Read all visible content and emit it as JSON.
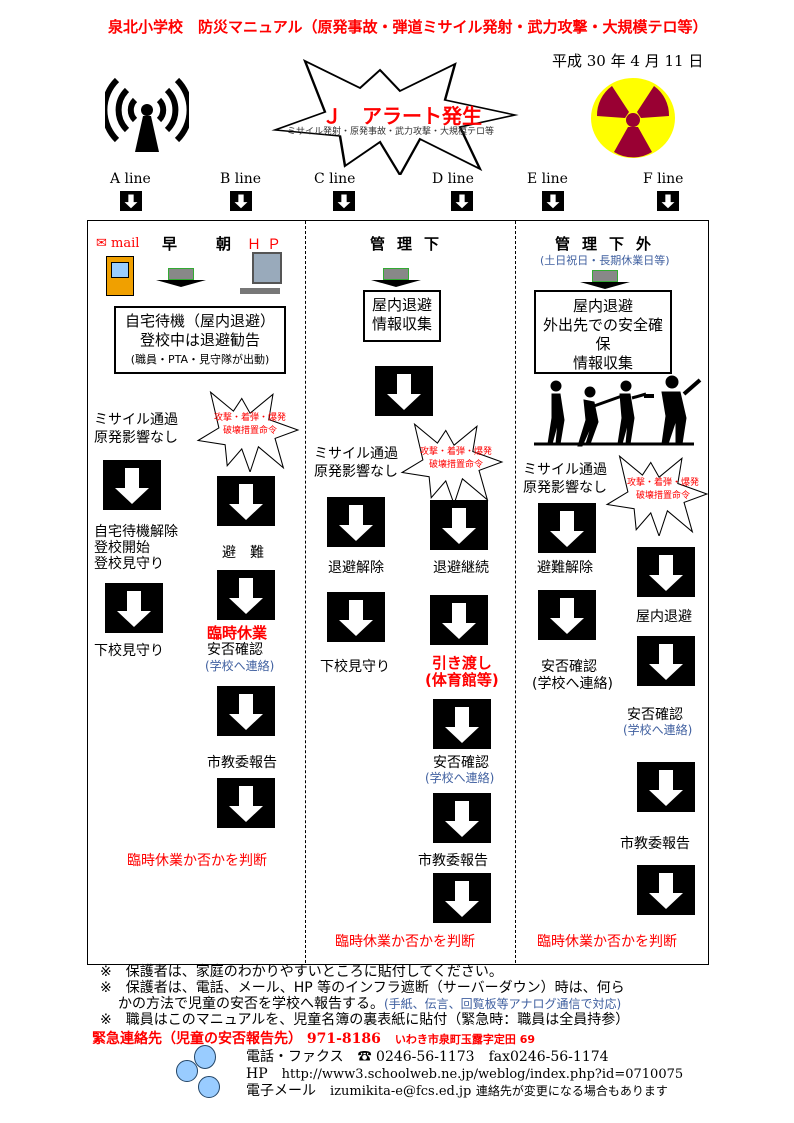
{
  "title": "泉北小学校　防災マニュアル（原発事故・弾道ミサイル発射・武力攻撃・大規模テロ等）",
  "date": "平成 30 年 4 月 11 日",
  "alert": {
    "title": "Ｊ　アラート発生",
    "subtitle": "ミサイル発射・原発事故・武力攻撃・大規模テロ等"
  },
  "lines": [
    "A line",
    "B line",
    "C line",
    "D line",
    "E line",
    "F line"
  ],
  "col1": {
    "mail": "mail",
    "heading": "早　朝",
    "hp": "ＨＰ",
    "box": [
      "自宅待機（屋内退避）",
      "登校中は退避勧告",
      "(職員・PTA・見守隊が出動)"
    ],
    "left": {
      "cond": [
        "ミサイル通過",
        "原発影響なし"
      ],
      "step1": [
        "自宅待機解除",
        "登校開始",
        "登校見守り"
      ],
      "step2": "下校見守り"
    },
    "burst": [
      "攻撃・着弾・爆発",
      "破壊措置命令"
    ],
    "right": {
      "step1": "避　難",
      "closure": "臨時休業",
      "step2": "安否確認",
      "step2b": "(学校へ連絡)",
      "step3": "市教委報告"
    },
    "final": "臨時休業か否かを判断"
  },
  "col2": {
    "heading": "管理下",
    "box": [
      "屋内退避",
      "情報収集"
    ],
    "cond": [
      "ミサイル通過",
      "原発影響なし"
    ],
    "burst": [
      "攻撃・着弾・爆発",
      "破壊措置命令"
    ],
    "left": {
      "step1": "退避解除",
      "step2": "下校見守り"
    },
    "right": {
      "step1": "退避継続",
      "handover": [
        "引き渡し",
        "(体育館等)"
      ],
      "step2": "安否確認",
      "step2b": "(学校へ連絡)",
      "step3": "市教委報告"
    },
    "final": "臨時休業か否かを判断"
  },
  "col3": {
    "heading": "管理下外",
    "sub": "(土日祝日・長期休業日等)",
    "box": [
      "屋内退避",
      "外出先での安全確保",
      "情報収集"
    ],
    "cond": [
      "ミサイル通過",
      "原発影響なし"
    ],
    "burst": [
      "攻撃・着弾・爆発",
      "破壊措置命令"
    ],
    "left": {
      "step1": "避難解除",
      "step2": "安否確認",
      "step2b": "(学校へ連絡)"
    },
    "right": {
      "step1": "屋内退避",
      "step2": "安否確認",
      "step2b": "(学校へ連絡)",
      "step3": "市教委報告"
    },
    "final": "臨時休業か否かを判断"
  },
  "notes": [
    "※　保護者は、家庭のわかりやすいところに貼付してください。",
    "※　保護者は、電話、メール、HP 等のインフラ遮断（サーバーダウン）時は、何ら",
    "かの方法で児童の安否を学校へ報告する。",
    "(手紙、伝言、回覧板等アナログ通信で対応)",
    "※　職員はこのマニュアルを、児童名簿の裏表紙に貼付（緊急時：職員は全員持参）"
  ],
  "contact": {
    "label": "緊急連絡先（児童の安否報告先）",
    "phone_short": "971-8186",
    "address": "いわき市泉町玉露字定田 69",
    "tel_label": "電話・ファクス",
    "tel": "☎ 0246-56-1173",
    "fax": "fax0246-56-1174",
    "hp_label": "HP",
    "hp": "http://www3.schoolweb.ne.jp/weblog/index.php?id=0710075",
    "mail_label": "電子メール",
    "mail": "izumikita-e@fcs.ed.jp",
    "mail_note": "連絡先が変更になる場合もあります"
  },
  "colors": {
    "red": "#ff0000",
    "yellow": "#ffff00",
    "maroon": "#990033"
  }
}
